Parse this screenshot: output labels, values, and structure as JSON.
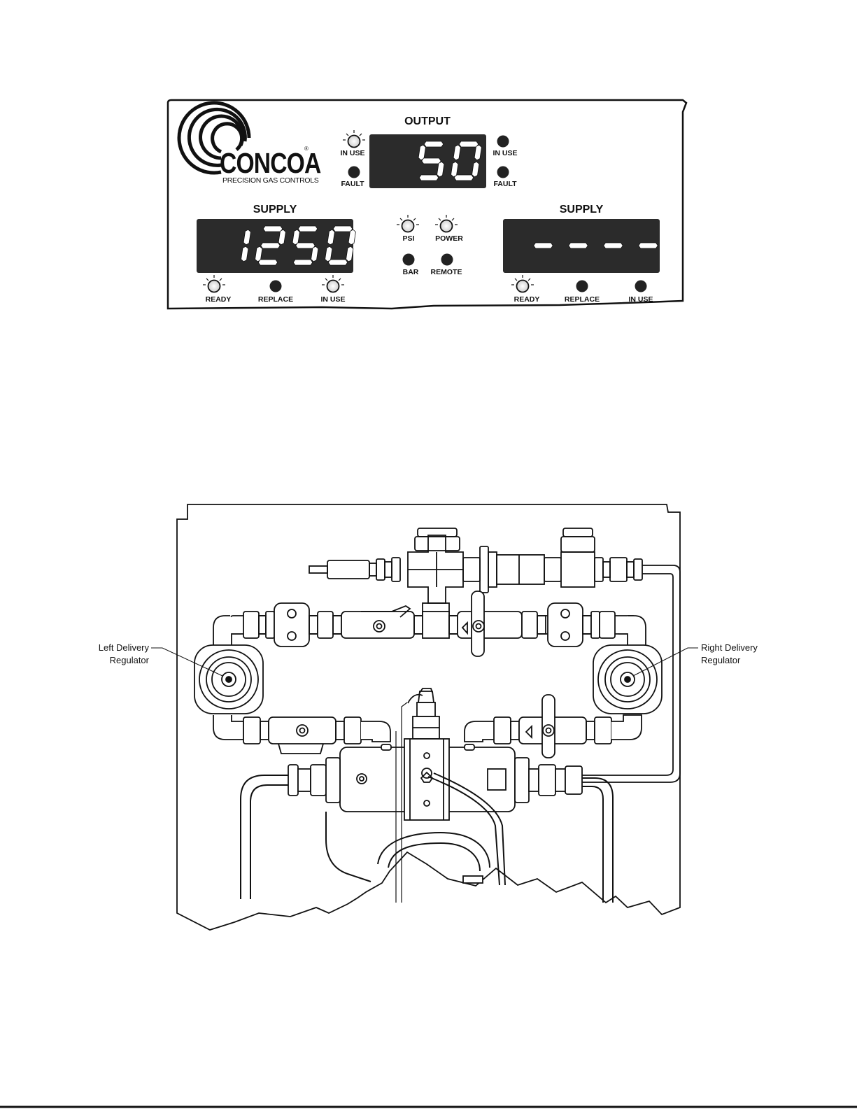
{
  "panel": {
    "brand": "CONCOA",
    "brand_mark": "®",
    "tagline": "PRECISION GAS CONTROLS",
    "output": {
      "title": "OUTPUT",
      "value": "50",
      "left_inuse_label": "IN USE",
      "left_fault_label": "FAULT",
      "right_inuse_label": "IN USE",
      "right_fault_label": "FAULT"
    },
    "supply_left": {
      "title": "SUPPLY",
      "value": "1250",
      "ready_label": "READY",
      "replace_label": "REPLACE",
      "inuse_label": "IN USE"
    },
    "supply_right": {
      "title": "SUPPLY",
      "value": "----",
      "ready_label": "READY",
      "replace_label": "REPLACE",
      "inuse_label": "IN USE"
    },
    "units": {
      "psi_label": "PSI",
      "bar_label": "BAR",
      "power_label": "POWER",
      "remote_label": "REMOTE"
    }
  },
  "diagram": {
    "left_callout": [
      "Left Delivery",
      "Regulator"
    ],
    "right_callout": [
      "Right Delivery",
      "Regulator"
    ]
  },
  "colors": {
    "display_bg": "#2b2b2b",
    "segment": "#ffffff",
    "led_off": "#222222",
    "line": "#111111"
  }
}
